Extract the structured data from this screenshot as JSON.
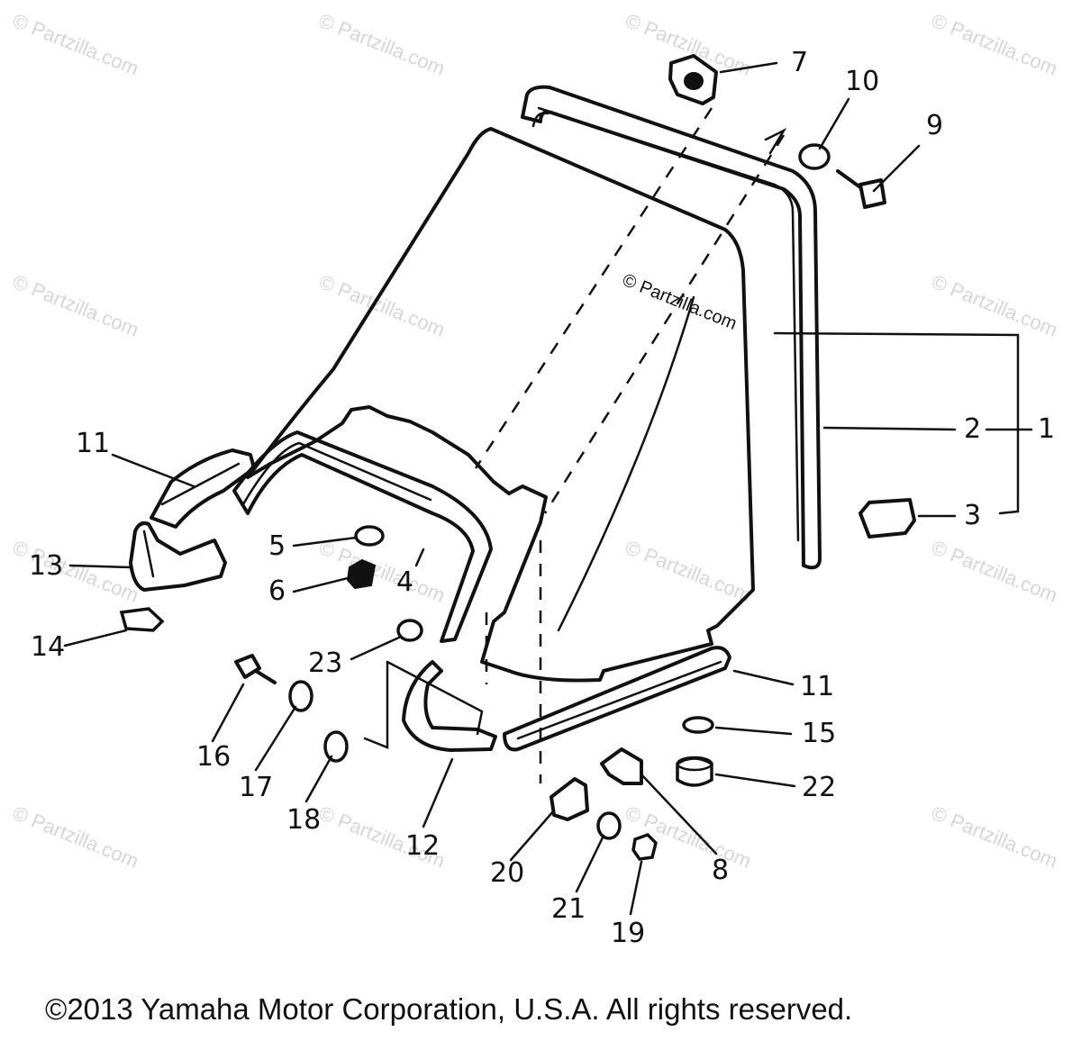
{
  "watermarks": {
    "text": "© Partzilla.com",
    "center_text": "© Partzilla.com"
  },
  "callouts": [
    "1",
    "2",
    "3",
    "4",
    "5",
    "6",
    "7",
    "8",
    "9",
    "10",
    "11",
    "11",
    "12",
    "13",
    "14",
    "15",
    "16",
    "17",
    "18",
    "19",
    "20",
    "21",
    "22",
    "23"
  ],
  "copyright": "©2013 Yamaha Motor Corporation, U.S.A. All rights reserved."
}
